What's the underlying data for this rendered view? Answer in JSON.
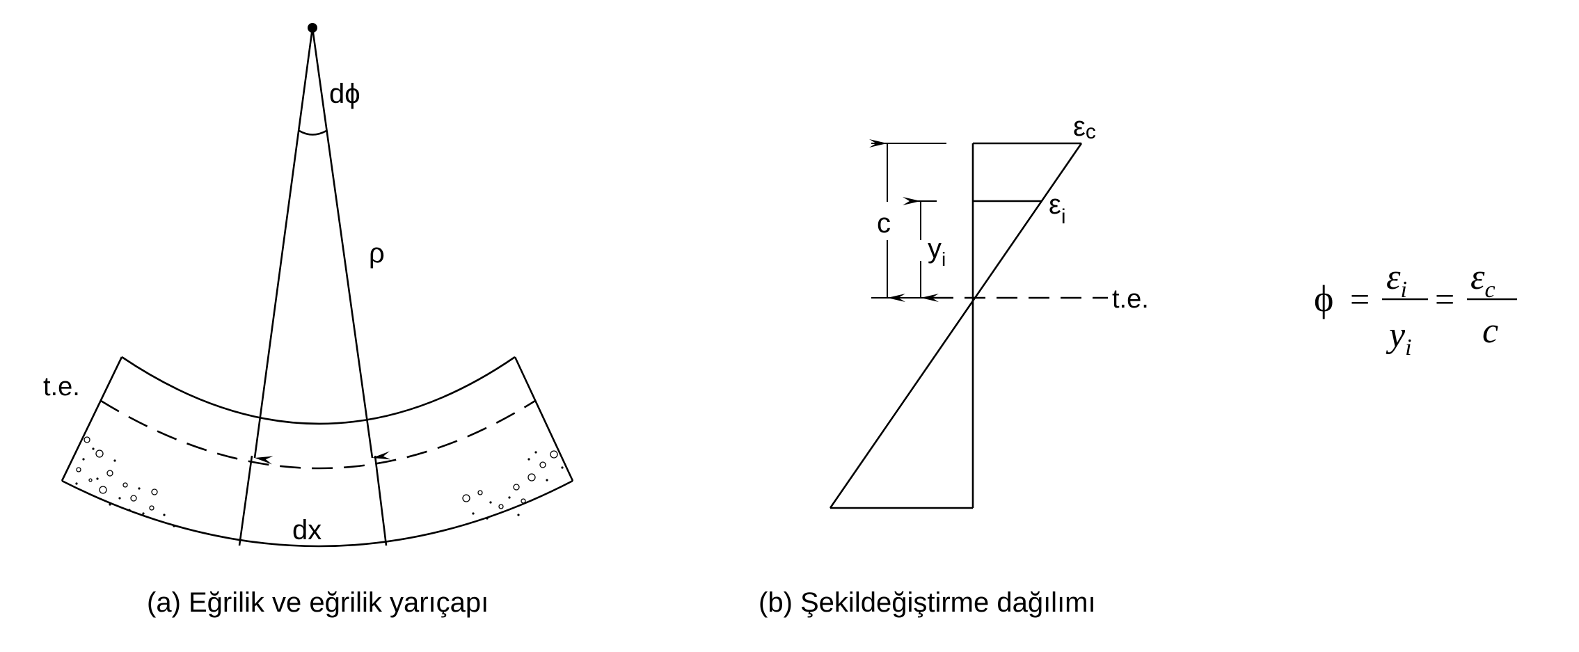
{
  "diagram_a": {
    "label_dphi": "dϕ",
    "label_rho": "ρ",
    "label_te": "t.e.",
    "label_dx": "dx",
    "caption": "(a) Eğrilik ve eğrilik yarıçapı"
  },
  "diagram_b": {
    "label_eps_c_base": "ε",
    "label_eps_c_sub": "c",
    "label_eps_i_base": "ε",
    "label_eps_i_sub": "i",
    "label_c": "c",
    "label_yi_base": "y",
    "label_yi_sub": "i",
    "label_te": "t.e.",
    "caption": "(b) Şekildeğiştirme dağılımı"
  },
  "equation": {
    "lhs": "ϕ",
    "equals1": "=",
    "frac1_num_base": "ε",
    "frac1_num_sub": "i",
    "frac1_den_base": "y",
    "frac1_den_sub": "i",
    "equals2": "=",
    "frac2_num_base": "ε",
    "frac2_num_sub": "c",
    "frac2_den": "c"
  }
}
